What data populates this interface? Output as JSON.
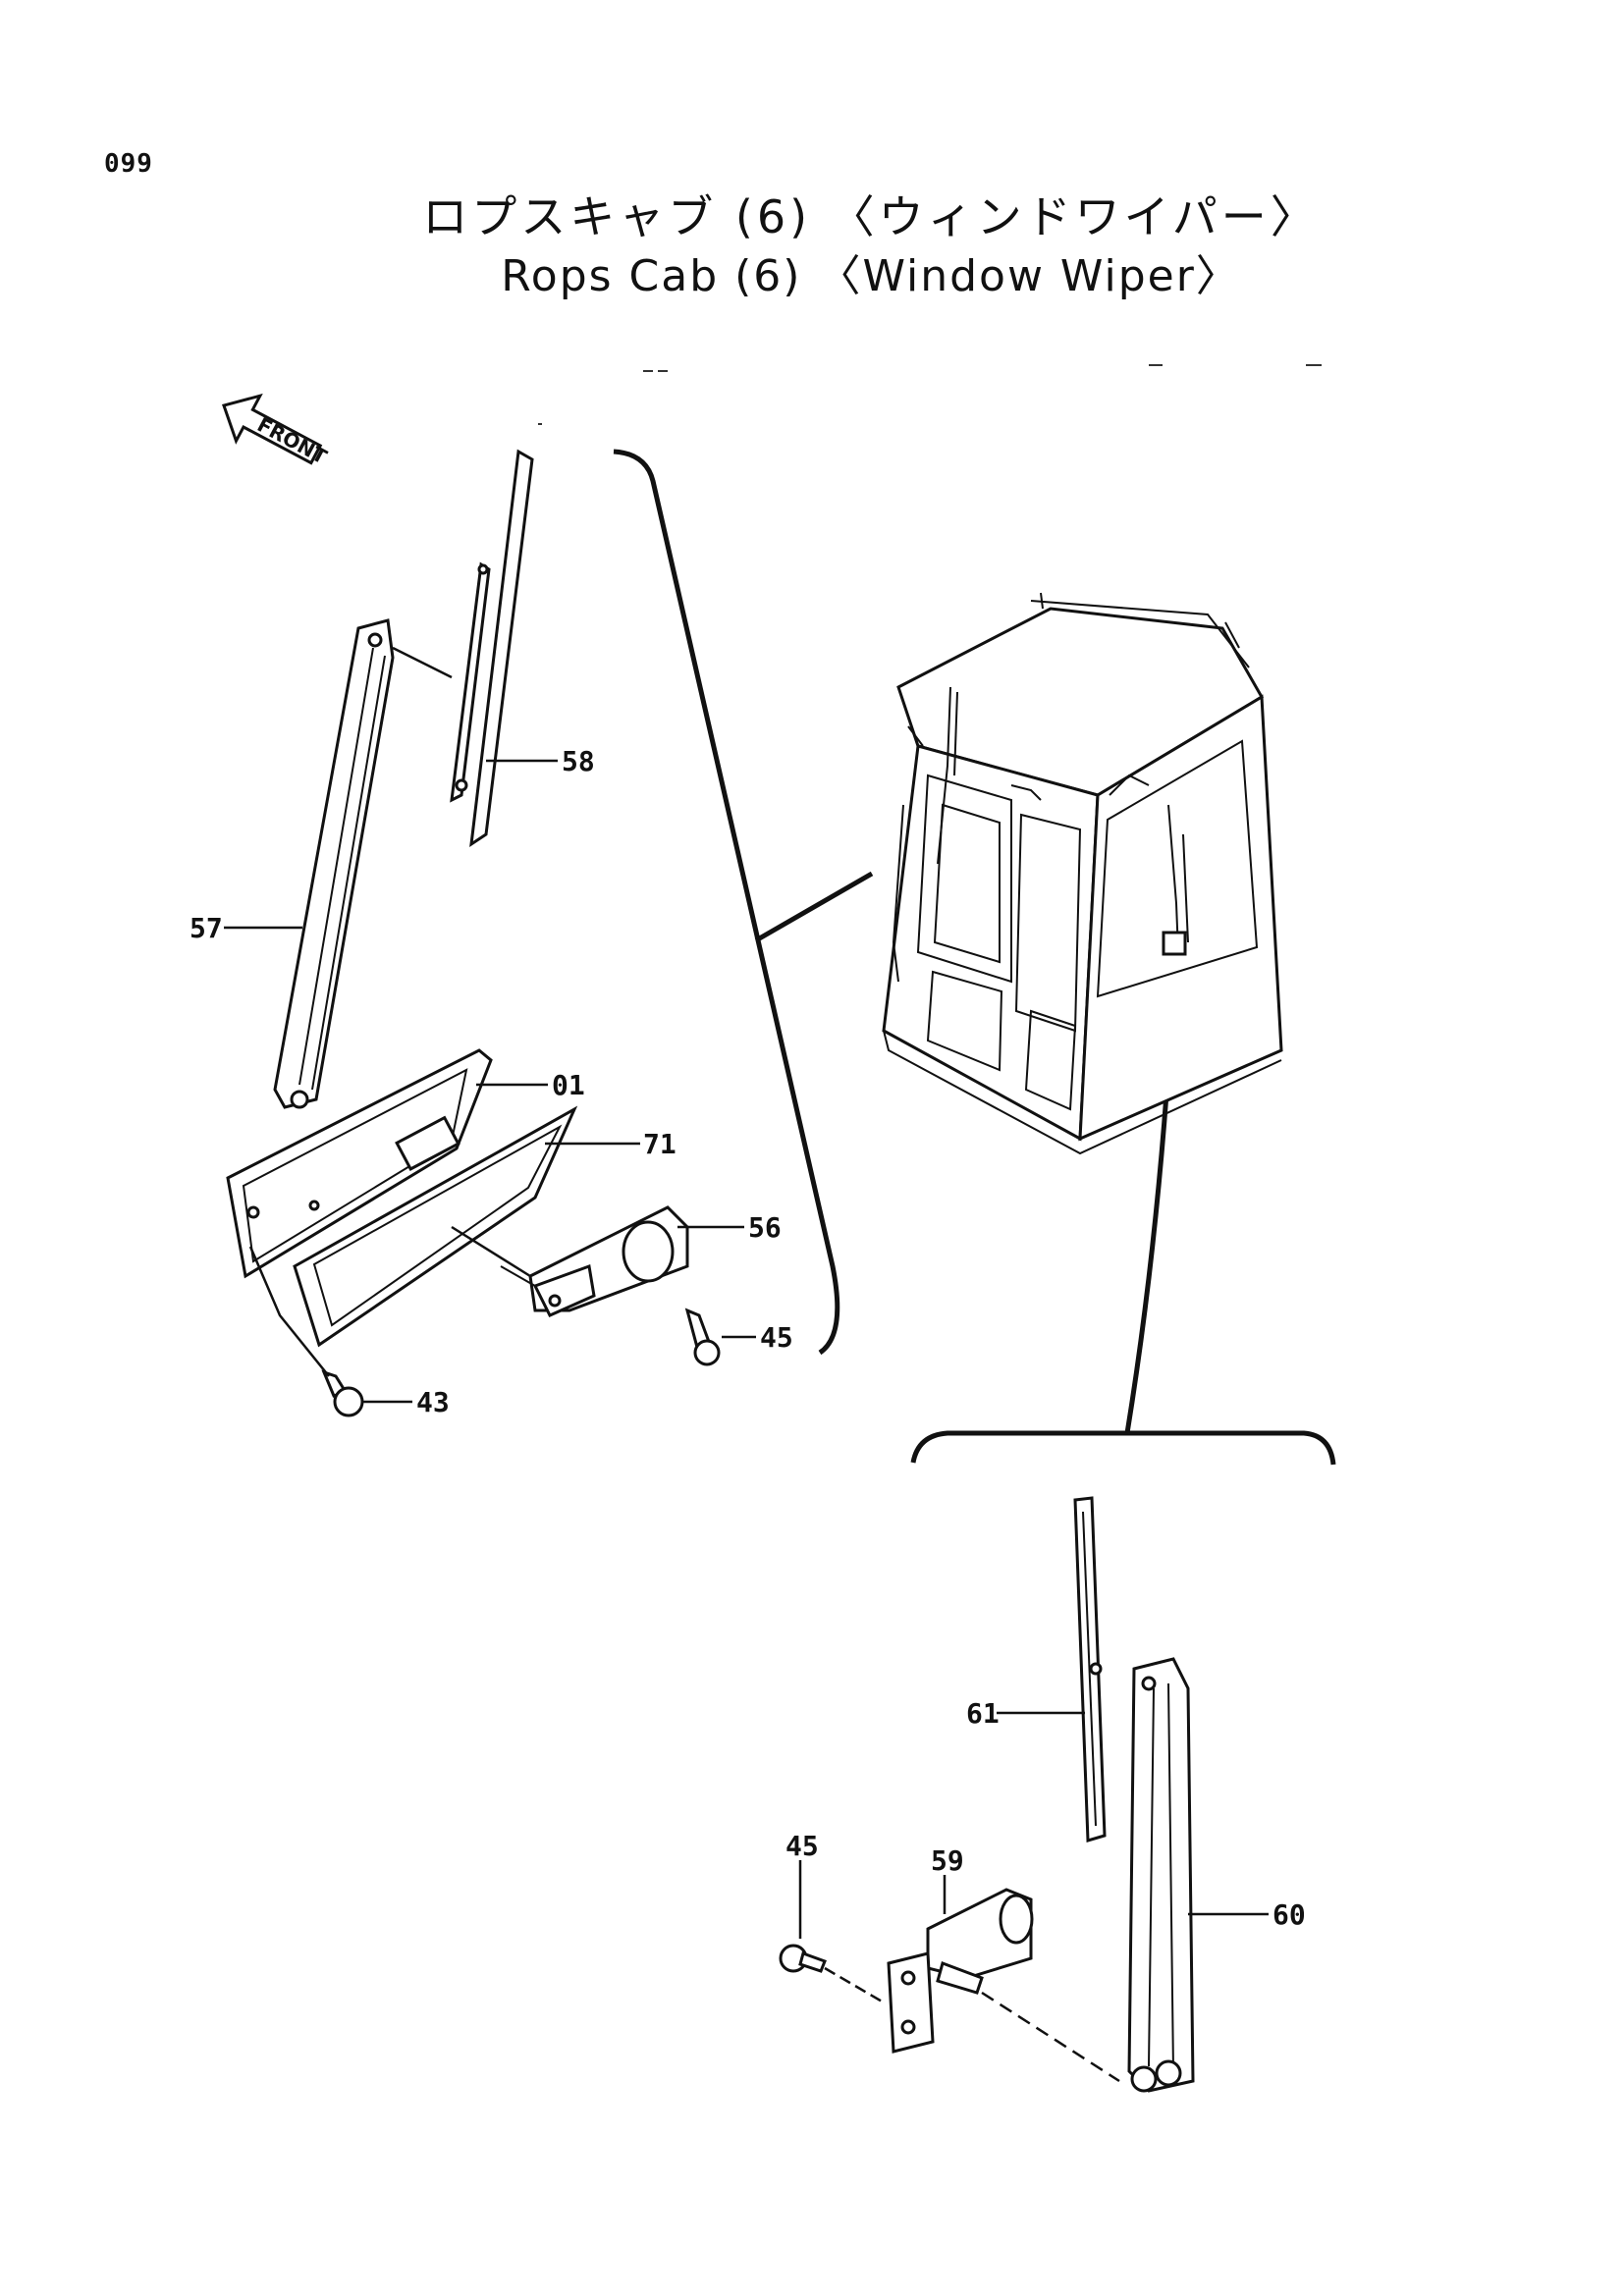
{
  "page": {
    "number": "099"
  },
  "title": {
    "japanese": "ロプスキャブ (6) 〈ウィンドワイパー〉",
    "english": "Rops Cab (6) 〈Window Wiper〉"
  },
  "direction_arrow": {
    "label": "FRONT"
  },
  "callouts": [
    {
      "id": "58",
      "label": "58"
    },
    {
      "id": "57",
      "label": "57"
    },
    {
      "id": "01",
      "label": "01"
    },
    {
      "id": "71",
      "label": "71"
    },
    {
      "id": "56",
      "label": "56"
    },
    {
      "id": "45a",
      "label": "45"
    },
    {
      "id": "43",
      "label": "43"
    },
    {
      "id": "61",
      "label": "61"
    },
    {
      "id": "45b",
      "label": "45"
    },
    {
      "id": "59",
      "label": "59"
    },
    {
      "id": "60",
      "label": "60"
    }
  ]
}
